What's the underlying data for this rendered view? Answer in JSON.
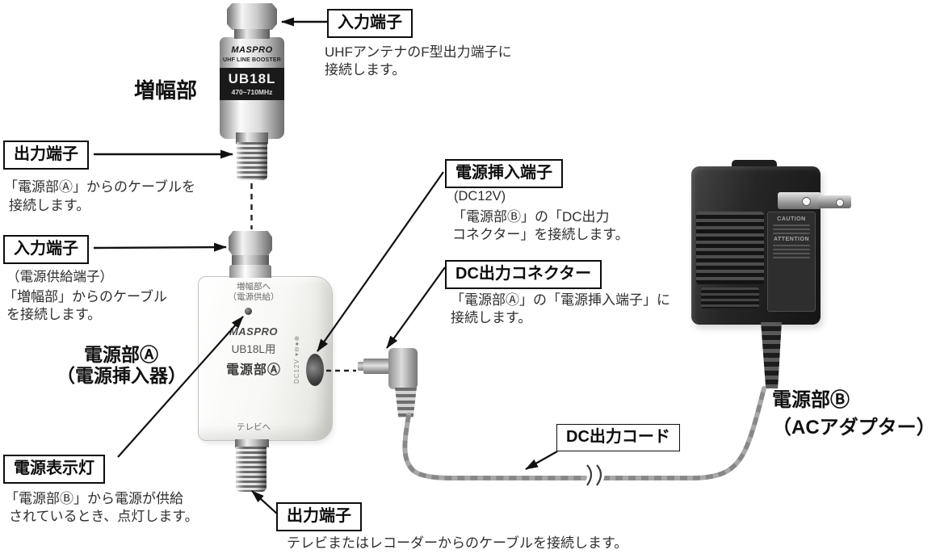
{
  "colors": {
    "background": "#ffffff",
    "outline": "#111111",
    "text": "#2e2e2e",
    "booster_silver": "#c8c8c8",
    "model_band": "#1a1a1a",
    "unit_a_body": "#f4f4f2",
    "adapter_body": "#262626",
    "cord": "#a8a8a8",
    "led": "#4a4a4a"
  },
  "amplifier": {
    "name": "増幅部",
    "brand": "MASPRO",
    "product_line": "UHF LINE BOOSTER",
    "model": "UB18L",
    "freq_range": "470~710MHz"
  },
  "unit_a": {
    "name_line1": "電源部Ⓐ",
    "name_line2": "（電源挿入器）",
    "to_amp_line1": "増幅部へ",
    "to_amp_line2": "（電源供給）",
    "brand": "MASPRO",
    "for_model": "UB18L用",
    "unit": "電源部Ⓐ",
    "side_marking": "DC12V ▾⊖●⊕",
    "to_tv": "テレビへ"
  },
  "unit_b": {
    "name_line1": "電源部Ⓑ",
    "name_line2": "（ACアダプター）",
    "plate_word1": "CAUTION",
    "plate_word2": "ATTENTION"
  },
  "callouts": {
    "input_top": {
      "title": "入力端子",
      "desc_line1": "UHFアンテナのF型出力端子に",
      "desc_line2": "接続します。"
    },
    "output_upper": {
      "title": "出力端子",
      "desc_line1": "「電源部Ⓐ」からのケーブルを",
      "desc_line2": "接続します。"
    },
    "input_mid": {
      "title": "入力端子",
      "subtitle": "（電源供給端子）",
      "desc_line1": "「増幅部」からのケーブル",
      "desc_line2": "を接続します。"
    },
    "power_lamp": {
      "title": "電源表示灯",
      "desc_line1": "「電源部Ⓑ」から電源が供給",
      "desc_line2": "されているとき、点灯します。"
    },
    "output_lower": {
      "title": "出力端子",
      "desc_line1": "テレビまたはレコーダーからのケーブルを接続します。"
    },
    "power_insert": {
      "title": "電源挿入端子",
      "subtitle": "(DC12V)",
      "desc_line1": "「電源部Ⓑ」の「DC出力",
      "desc_line2": "コネクター」を接続します。"
    },
    "dc_connector": {
      "title": "DC出力コネクター",
      "desc_line1": "「電源部Ⓐ」の「電源挿入端子」に",
      "desc_line2": "接続します。"
    },
    "dc_cord": {
      "title": "DC出力コード"
    }
  }
}
